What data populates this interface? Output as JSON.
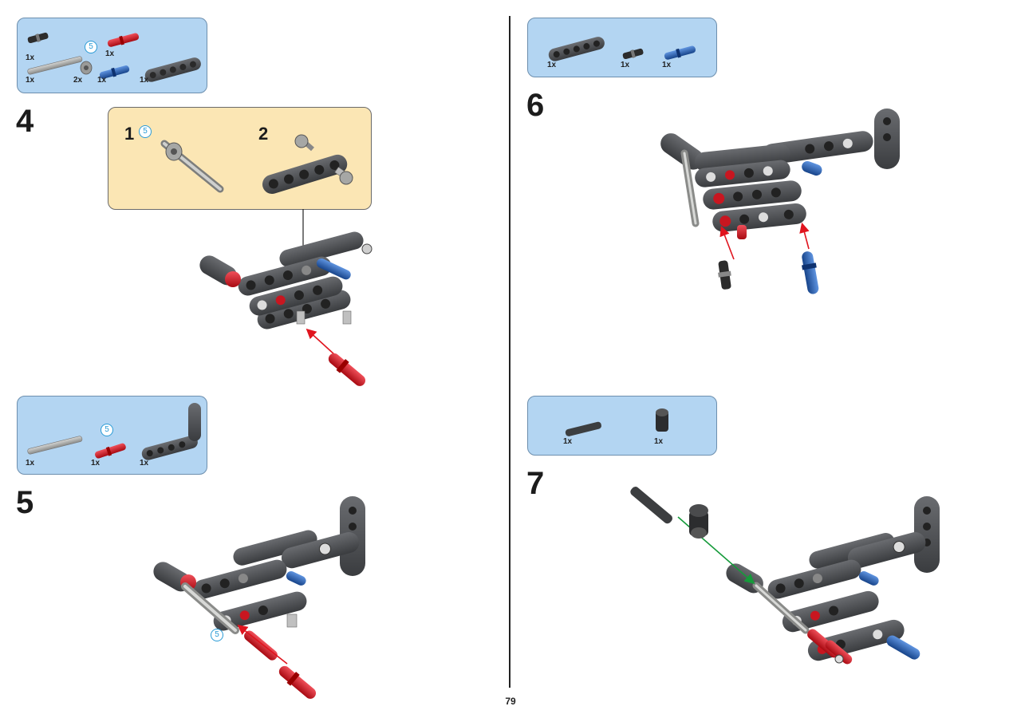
{
  "page": {
    "number": "79"
  },
  "steps": [
    {
      "number": "4",
      "parts": [
        {
          "qty": "1x",
          "part": "black-friction-pin"
        },
        {
          "qty": "1x",
          "part": "grey-axle",
          "length": "5"
        },
        {
          "qty": "2x",
          "part": "bushing"
        },
        {
          "qty": "1x",
          "part": "red-axle-pin"
        },
        {
          "qty": "1x",
          "part": "blue-axle-pin"
        },
        {
          "qty": "1x",
          "part": "grey-beam"
        }
      ],
      "subassembly": [
        {
          "number": "1",
          "length": "5"
        },
        {
          "number": "2"
        }
      ]
    },
    {
      "number": "5",
      "parts": [
        {
          "qty": "1x",
          "part": "grey-axle",
          "length": "5"
        },
        {
          "qty": "1x",
          "part": "red-axle-pin"
        },
        {
          "qty": "1x",
          "part": "dark-grey-l-beam"
        }
      ],
      "callout_length": "5"
    },
    {
      "number": "6",
      "parts": [
        {
          "qty": "1x",
          "part": "grey-beam"
        },
        {
          "qty": "1x",
          "part": "black-friction-pin"
        },
        {
          "qty": "1x",
          "part": "blue-axle-pin"
        }
      ]
    },
    {
      "number": "7",
      "parts": [
        {
          "qty": "1x",
          "part": "short-axle"
        },
        {
          "qty": "1x",
          "part": "angle-connector"
        }
      ]
    }
  ],
  "colors": {
    "parts_box": "#b3d5f2",
    "subassembly_box": "#fbe6b4",
    "beam_dark": "#4d4f52",
    "red_pin": "#d0101b",
    "blue_pin": "#1f5fb5",
    "axle_grey": "#a9aaa8",
    "arrow_red": "#e0141e",
    "arrow_green": "#159a3a",
    "badge_blue": "#2a9bd6"
  }
}
